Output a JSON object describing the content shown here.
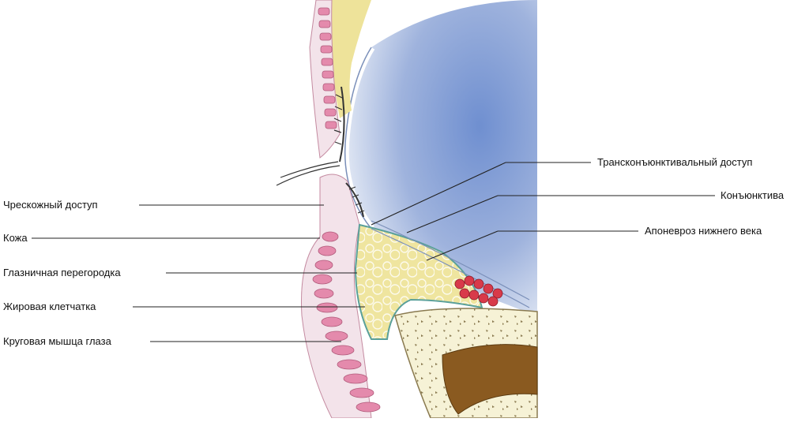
{
  "labels_left": [
    "Чрескожный доступ",
    "Кожа",
    "Глазничная перегородка",
    "Жировая клетчатка",
    "Круговая мышца глаза"
  ],
  "labels_right": [
    "Трансконъюнктивальный доступ",
    "Конъюнктива",
    "Апоневроз нижнего века"
  ],
  "colors": {
    "eyeball": "#8fa6d6",
    "fat": "#eee39a",
    "muscle": "#e79ab5",
    "skin": "#f3e3ea",
    "bone": "#f4f0d2",
    "leader": "#222222"
  }
}
